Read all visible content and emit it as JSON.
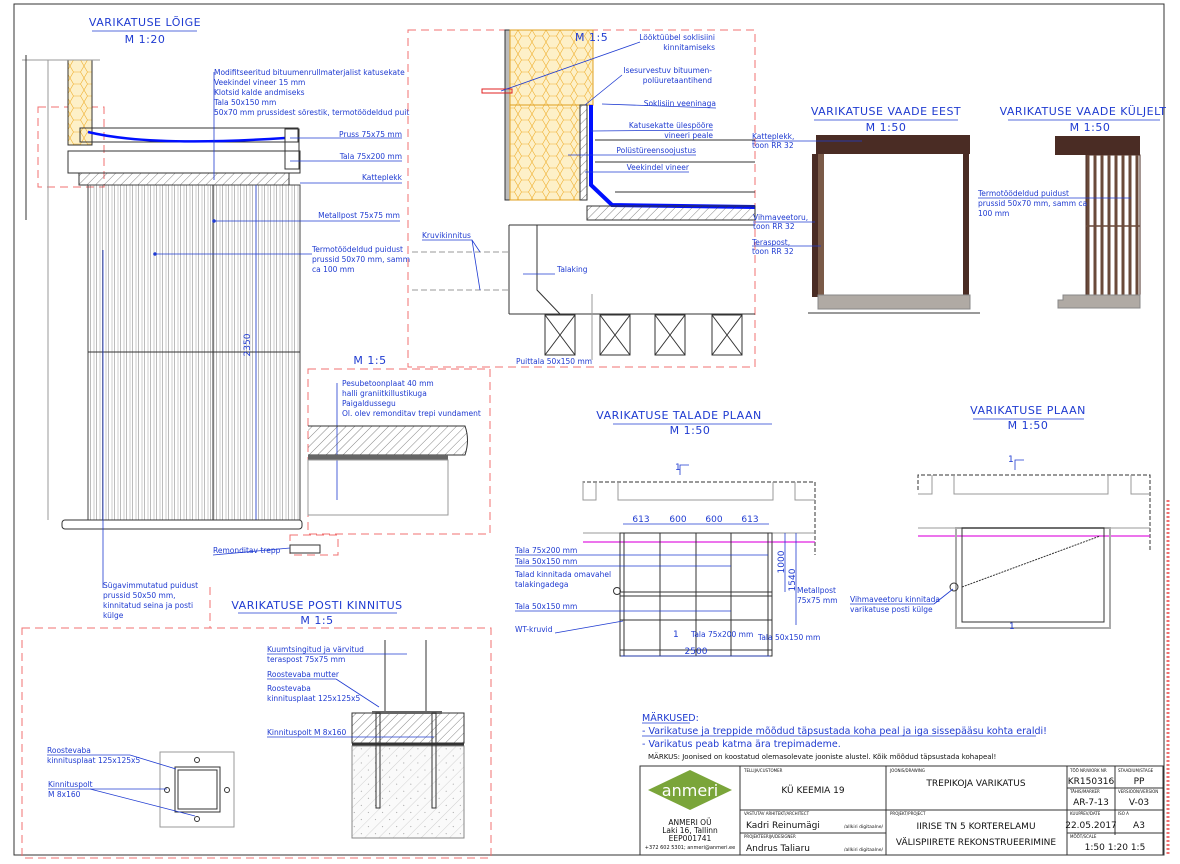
{
  "section": {
    "title": "VARIKATUSE LÕIGE",
    "scale": "M 1:20",
    "labels": [
      "Modifitseeritud bituumenrullmaterjalist katusekate",
      "Veekindel vineer 15 mm",
      "Klotsid kalde andmiseks",
      "Tala 50x150 mm",
      "50x70 mm prussidest sõrestik, termotöödeldud puit"
    ],
    "pruss": "Pruss 75x75 mm",
    "tala": "Tala 75x200 mm",
    "katteplekk": "Katteplekk",
    "metallpost": "Metallpost 75x75 mm",
    "termo": [
      "Termotöödeldud puidust",
      "prussid 50x70 mm, samm",
      "ca 100 mm"
    ],
    "height_dim": "2350",
    "remonditav": "Remonditav trepp",
    "sugav": [
      "Sügavimmutatud puidust",
      "prussid 50x50 mm,",
      "kinnitatud seina ja posti",
      "külge"
    ]
  },
  "detail15": {
    "scale": "M 1:5",
    "labels": [
      {
        "l1": "Lööktüübel soklisiini",
        "l2": "kinnitamiseks"
      },
      {
        "l1": "Isesurvestuv bituumen-",
        "l2": "polüuretaantihend"
      },
      {
        "l1": "Soklisiin veeninaga",
        "l2": ""
      },
      {
        "l1": "Katusekatte ülespööre",
        "l2": "vineeri peale"
      },
      {
        "l1": "Polüstüreensoojustus",
        "l2": ""
      },
      {
        "l1": "Veekindel vineer",
        "l2": ""
      }
    ],
    "kruvi": "Kruvikinnitus",
    "talaking": "Talaking",
    "puittala": "Puittala 50x150 mm"
  },
  "step_detail": {
    "scale": "M 1:5",
    "labels": [
      "Pesubetoonplaat 40 mm",
      "halli graniitkillustikuga",
      "Paigaldussegu",
      "Ol. olev remonditav trepi vundament"
    ]
  },
  "front_view": {
    "title": "VARIKATUSE VAADE EEST",
    "scale": "M 1:50",
    "katteplekk": [
      "Katteplekk,",
      "toon RR 32"
    ],
    "vihma": [
      "Vihmaveetoru,",
      "toon RR 32"
    ],
    "teras": [
      "Teraspost,",
      "toon RR 32"
    ]
  },
  "side_view": {
    "title": "VARIKATUSE VAADE KÜLJELT",
    "scale": "M 1:50",
    "termo": [
      "Termotöödeldud puidust",
      "prussid 50x70 mm, samm ca",
      "100 mm"
    ]
  },
  "beam_plan": {
    "title": "VARIKATUSE TALADE PLAAN",
    "scale": "M 1:50",
    "spans": [
      "613",
      "600",
      "600",
      "613"
    ],
    "depth1": "1000",
    "depth2": "1540",
    "width": "2500",
    "section_mark": "1",
    "labels": {
      "tala1": "Tala 75x200 mm",
      "tala2": "Tala 50x150 mm",
      "kinn": [
        "Talad kinnitada omavahel",
        "talakingadega"
      ],
      "tala3": "Tala 50x150 mm",
      "wt": "WT-kruvid",
      "tala4": "Tala 75x200 mm",
      "tala5": "Tala 50x150 mm",
      "metall": [
        "Metallpost",
        "75x75 mm"
      ]
    }
  },
  "plan": {
    "title": "VARIKATUSE PLAAN",
    "scale": "M 1:50",
    "section_mark": "1",
    "vihma": [
      "Vihmaveetoru kinnitada",
      "varikatuse posti külge"
    ]
  },
  "post_fix": {
    "title": "VARIKATUSE POSTI KINNITUS",
    "scale": "M 1:5",
    "plan_labels": [
      [
        "Roostevaba",
        "kinnitusplaat  125x125x5"
      ],
      [
        "Kinnituspolt",
        "M 8x160"
      ]
    ],
    "sec_labels": [
      [
        "Kuumtsingitud ja värvitud",
        "teraspost  75x75 mm"
      ],
      [
        "Roostevaba mutter",
        ""
      ],
      [
        "Roostevaba",
        "kinnitusplaat  125x125x5"
      ],
      [
        "Kinnituspolt  M 8x160",
        ""
      ]
    ]
  },
  "notes": {
    "title": "MÄRKUSED:",
    "items": [
      "- Varikatuse ja treppide mõõdud täpsustada koha peal ja iga sissepääsu kohta eraldi!",
      "- Varikatus peab katma ära trepimademe."
    ],
    "remark": "MÄRKUS: Joonised on koostatud olemasolevate jooniste alustel. Kõik mõõdud täpsustada kohapeal!"
  },
  "title_block": {
    "logo": "anmeri",
    "company": [
      "ANMERI OÜ",
      "Laki 16, Tallinn",
      "EEP001741",
      "+372 602 5301; anmeri@anmeri.ee"
    ],
    "customer_label": "TELLIJA/CUSTOMER",
    "customer": "KÜ KEEMIA 19",
    "drawing_label": "JOONIS/DRAWING",
    "drawing": "TREPIKOJA VARIKATUS",
    "work_label": "TÖÖ NR/WORK NR",
    "work": "KR150316",
    "stage_label": "STAADIUM/STAGE",
    "stage": "PP",
    "marker_label": "TÄHIS/MARKER",
    "marker": "AR-7-13",
    "version_label": "VERSIOON/VERSION",
    "version": "V-03",
    "architect_label": "VASTUTAV ARHITEKT/ARCHITECT",
    "architect": "Kadri Reinumägi",
    "designer_label": "PROJEKTEERIJA/DESIGNER",
    "designer": "Andrus Taliaru",
    "signature": "/allkiri digitaalne/",
    "project_label": "PROJEKT/PROJECT",
    "project": [
      "IIRISE TN 5 KORTERELAMU",
      "VÄLISPIIRETE REKONSTRUEERIMINE"
    ],
    "date_label": "KUUPÄEV/DATE",
    "date": "22.05.2017",
    "iso_label": "ISO A",
    "iso": "A3",
    "scale_label": "MÕÕT/SCALE",
    "scale": "1:50  1:20  1:5"
  },
  "colors": {
    "annotation": "#1f3bd1",
    "brown": "#4a2c24",
    "insulation": "#f5c84a",
    "membrane": "#0010ff",
    "revision": "#f07070"
  }
}
